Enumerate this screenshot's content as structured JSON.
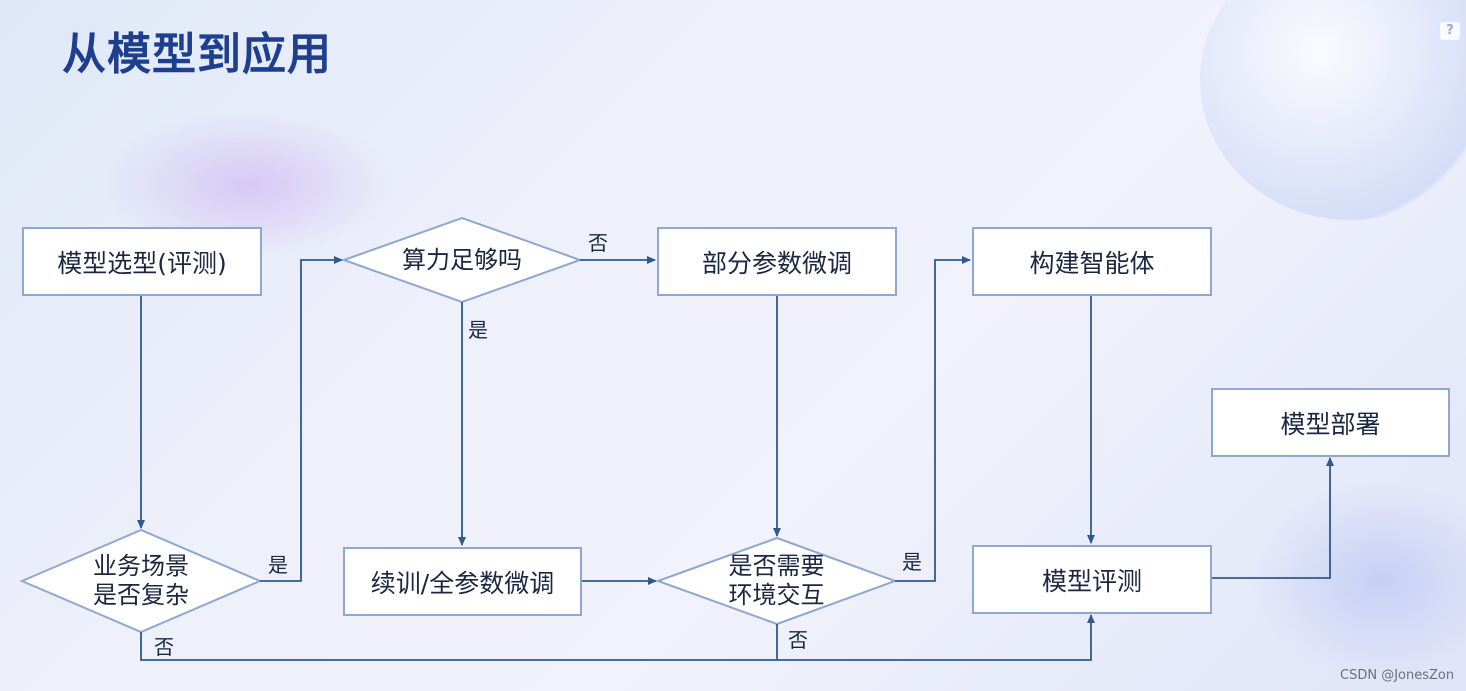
{
  "title": "从模型到应用",
  "help_icon": "?",
  "nodes": {
    "model_selection": "模型选型(评测)",
    "compute_enough": "算力足够吗",
    "partial_finetune": "部分参数微调",
    "build_agent": "构建智能体",
    "deploy": "模型部署",
    "business_complex_line1": "业务场景",
    "business_complex_line2": "是否复杂",
    "full_finetune": "续训/全参数微调",
    "env_interaction_line1": "是否需要",
    "env_interaction_line2": "环境交互",
    "model_eval": "模型评测"
  },
  "edge_labels": {
    "complex_yes": "是",
    "complex_no": "否",
    "compute_no": "否",
    "compute_yes": "是",
    "env_yes": "是",
    "env_no": "否"
  },
  "watermark": "CSDN @JonesZon",
  "colors": {
    "title": "#1d3f8e",
    "line": "#2f5a8c",
    "box_border": "#8ea8cf"
  }
}
